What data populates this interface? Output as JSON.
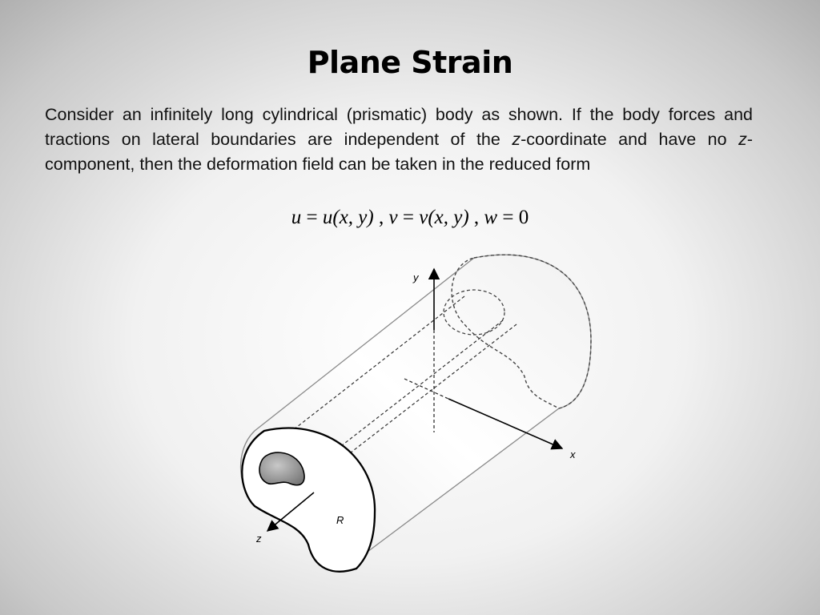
{
  "title": "Plane Strain",
  "paragraph": {
    "p1": "Consider an infinitely long cylindrical (prismatic) body as shown.  If the body forces and tractions on lateral boundaries are independent of the ",
    "z1": "z",
    "p2": "-coordinate and have no ",
    "z2": "z",
    "p3": "-component, then the deformation field can be taken in the reduced form"
  },
  "equation": {
    "u": "u",
    "eq1": " = ",
    "u_fn": "u",
    "args1": "(x, y)",
    "sep1": " , ",
    "v": "v",
    "eq2": " = ",
    "v_fn": "v",
    "args2": "(x, y)",
    "sep2": " , ",
    "w": "w",
    "eq3": " = ",
    "zero": "0"
  },
  "diagram": {
    "labels": {
      "y": "y",
      "x": "x",
      "z": "z",
      "region": "R"
    }
  }
}
